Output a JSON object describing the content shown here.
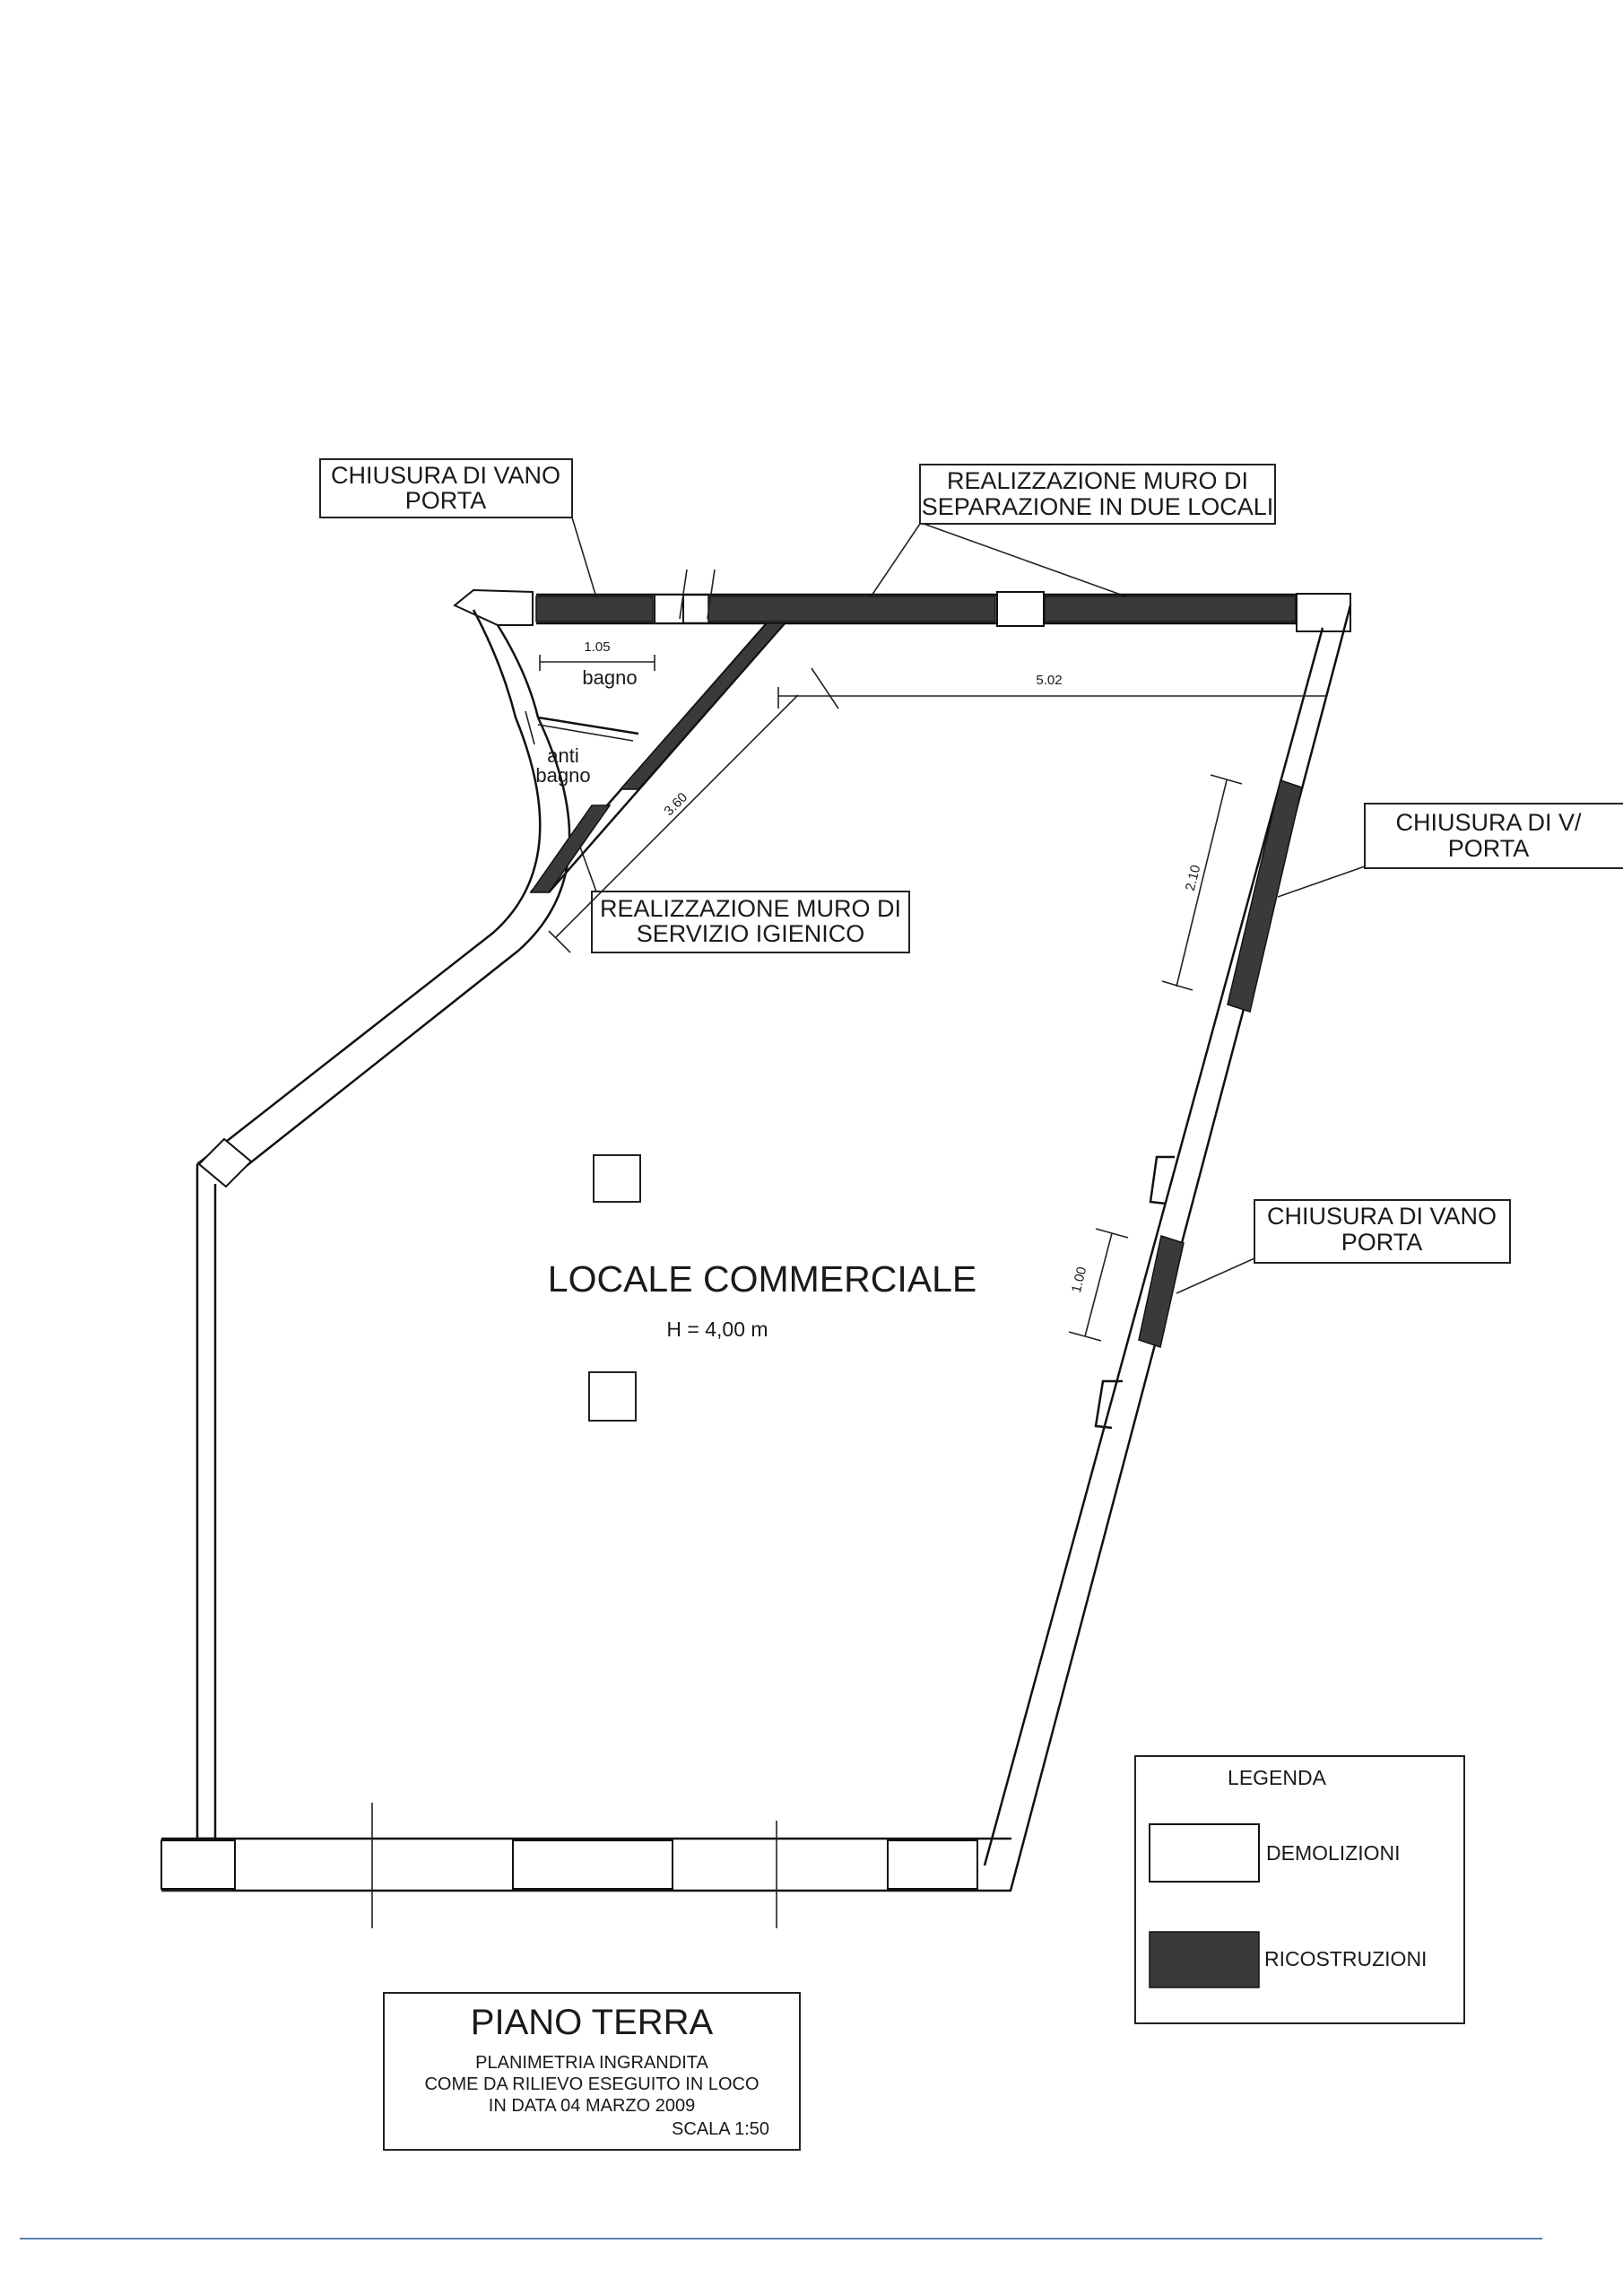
{
  "callouts": {
    "door_top_left": [
      "CHIUSURA DI VANO",
      "PORTA"
    ],
    "wall_separation": [
      "REALIZZAZIONE MURO DI",
      "SEPARAZIONE IN DUE LOCALI"
    ],
    "door_right_upper": [
      "CHIUSURA DI V/",
      "PORTA"
    ],
    "wall_bathroom": [
      "REALIZZAZIONE MURO DI",
      "SERVIZIO IGIENICO"
    ],
    "door_right_lower": [
      "CHIUSURA DI VANO",
      "PORTA"
    ]
  },
  "dimensions": {
    "bagno_width": "1.05",
    "top_run": "5.02",
    "diagonal_run": "3.60",
    "door_upper_width": "2.10",
    "door_lower_width": "1.00"
  },
  "rooms": {
    "bagno": "bagno",
    "antibagno": [
      "anti",
      "bagno"
    ],
    "main": "LOCALE COMMERCIALE",
    "height": "H = 4,00 m"
  },
  "legend": {
    "title": "LEGENDA",
    "items": [
      {
        "label": "DEMOLIZIONI",
        "color": "#ffffff"
      },
      {
        "label": "RICOSTRUZIONI",
        "color": "#3a3a3a"
      }
    ]
  },
  "title_block": {
    "title": "PIANO TERRA",
    "lines": [
      "PLANIMETRIA INGRANDITA",
      "COME DA RILIEVO ESEGUITO IN LOCO",
      "IN DATA 04 MARZO 2009"
    ],
    "scale": "SCALA 1:50"
  }
}
